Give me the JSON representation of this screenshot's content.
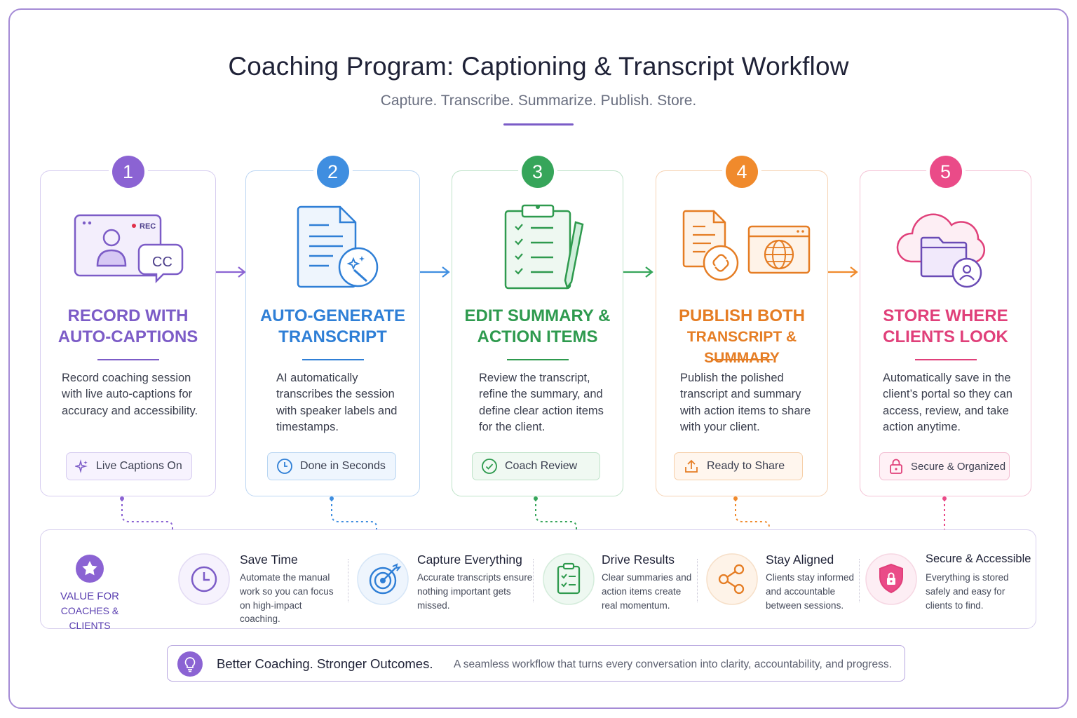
{
  "header": {
    "title": "Coaching Program: Captioning & Transcript Workflow",
    "subtitle": "Capture. Transcribe. Summarize. Publish. Store."
  },
  "steps": [
    {
      "number": "1",
      "title_line1": "RECORD WITH",
      "title_line2": "AUTO-CAPTIONS",
      "description": "Record coaching session with live auto-captions for accuracy and accessibility.",
      "badge": "Live Captions On",
      "badge_icon": "sparkle-icon",
      "illustration_text_rec": "REC",
      "illustration_text_cc": "CC",
      "color": "#7c5cc7"
    },
    {
      "number": "2",
      "title_line1": "AUTO-GENERATE",
      "title_line2": "TRANSCRIPT",
      "description": "AI automatically transcribes the session with speaker labels and timestamps.",
      "badge": "Done in Seconds",
      "badge_icon": "clock-icon",
      "color": "#2f7fd6"
    },
    {
      "number": "3",
      "title_line1": "EDIT SUMMARY &",
      "title_line2": "ACTION ITEMS",
      "description": "Review the transcript, refine the summary, and define clear action items for the client.",
      "badge": "Coach Review",
      "badge_icon": "check-circle-icon",
      "color": "#2e9a4e"
    },
    {
      "number": "4",
      "title_line1": "PUBLISH BOTH",
      "title_line2": "TRANSCRIPT & SUMMARY",
      "description": "Publish the polished transcript and summary with action items to share with your client.",
      "badge": "Ready to Share",
      "badge_icon": "share-upload-icon",
      "color": "#e57d24"
    },
    {
      "number": "5",
      "title_line1": "STORE WHERE",
      "title_line2": "CLIENTS LOOK",
      "description": "Automatically save in the client’s portal so they can access, review, and take action anytime.",
      "badge": "Secure & Organized",
      "badge_icon": "lock-icon",
      "color": "#e0407a"
    }
  ],
  "value": {
    "label_line1": "VALUE FOR",
    "label_line2": "COACHES & CLIENTS",
    "benefits": [
      {
        "title": "Save Time",
        "description": "Automate the manual work so you can focus on high-impact coaching.",
        "icon": "clock-icon"
      },
      {
        "title": "Capture Everything",
        "description": "Accurate transcripts ensure nothing important gets missed.",
        "icon": "target-icon"
      },
      {
        "title": "Drive Results",
        "description": "Clear summaries and action items create real momentum.",
        "icon": "clipboard-icon"
      },
      {
        "title": "Stay Aligned",
        "description": "Clients stay informed and accountable between sessions.",
        "icon": "share-icon"
      },
      {
        "title": "Secure & Accessible",
        "description": "Everything is stored safely and easy for clients to find.",
        "icon": "shield-lock-icon"
      }
    ]
  },
  "banner": {
    "title": "Better Coaching. Stronger Outcomes.",
    "description": "A seamless workflow that turns every conversation into clarity, accountability, and progress."
  }
}
